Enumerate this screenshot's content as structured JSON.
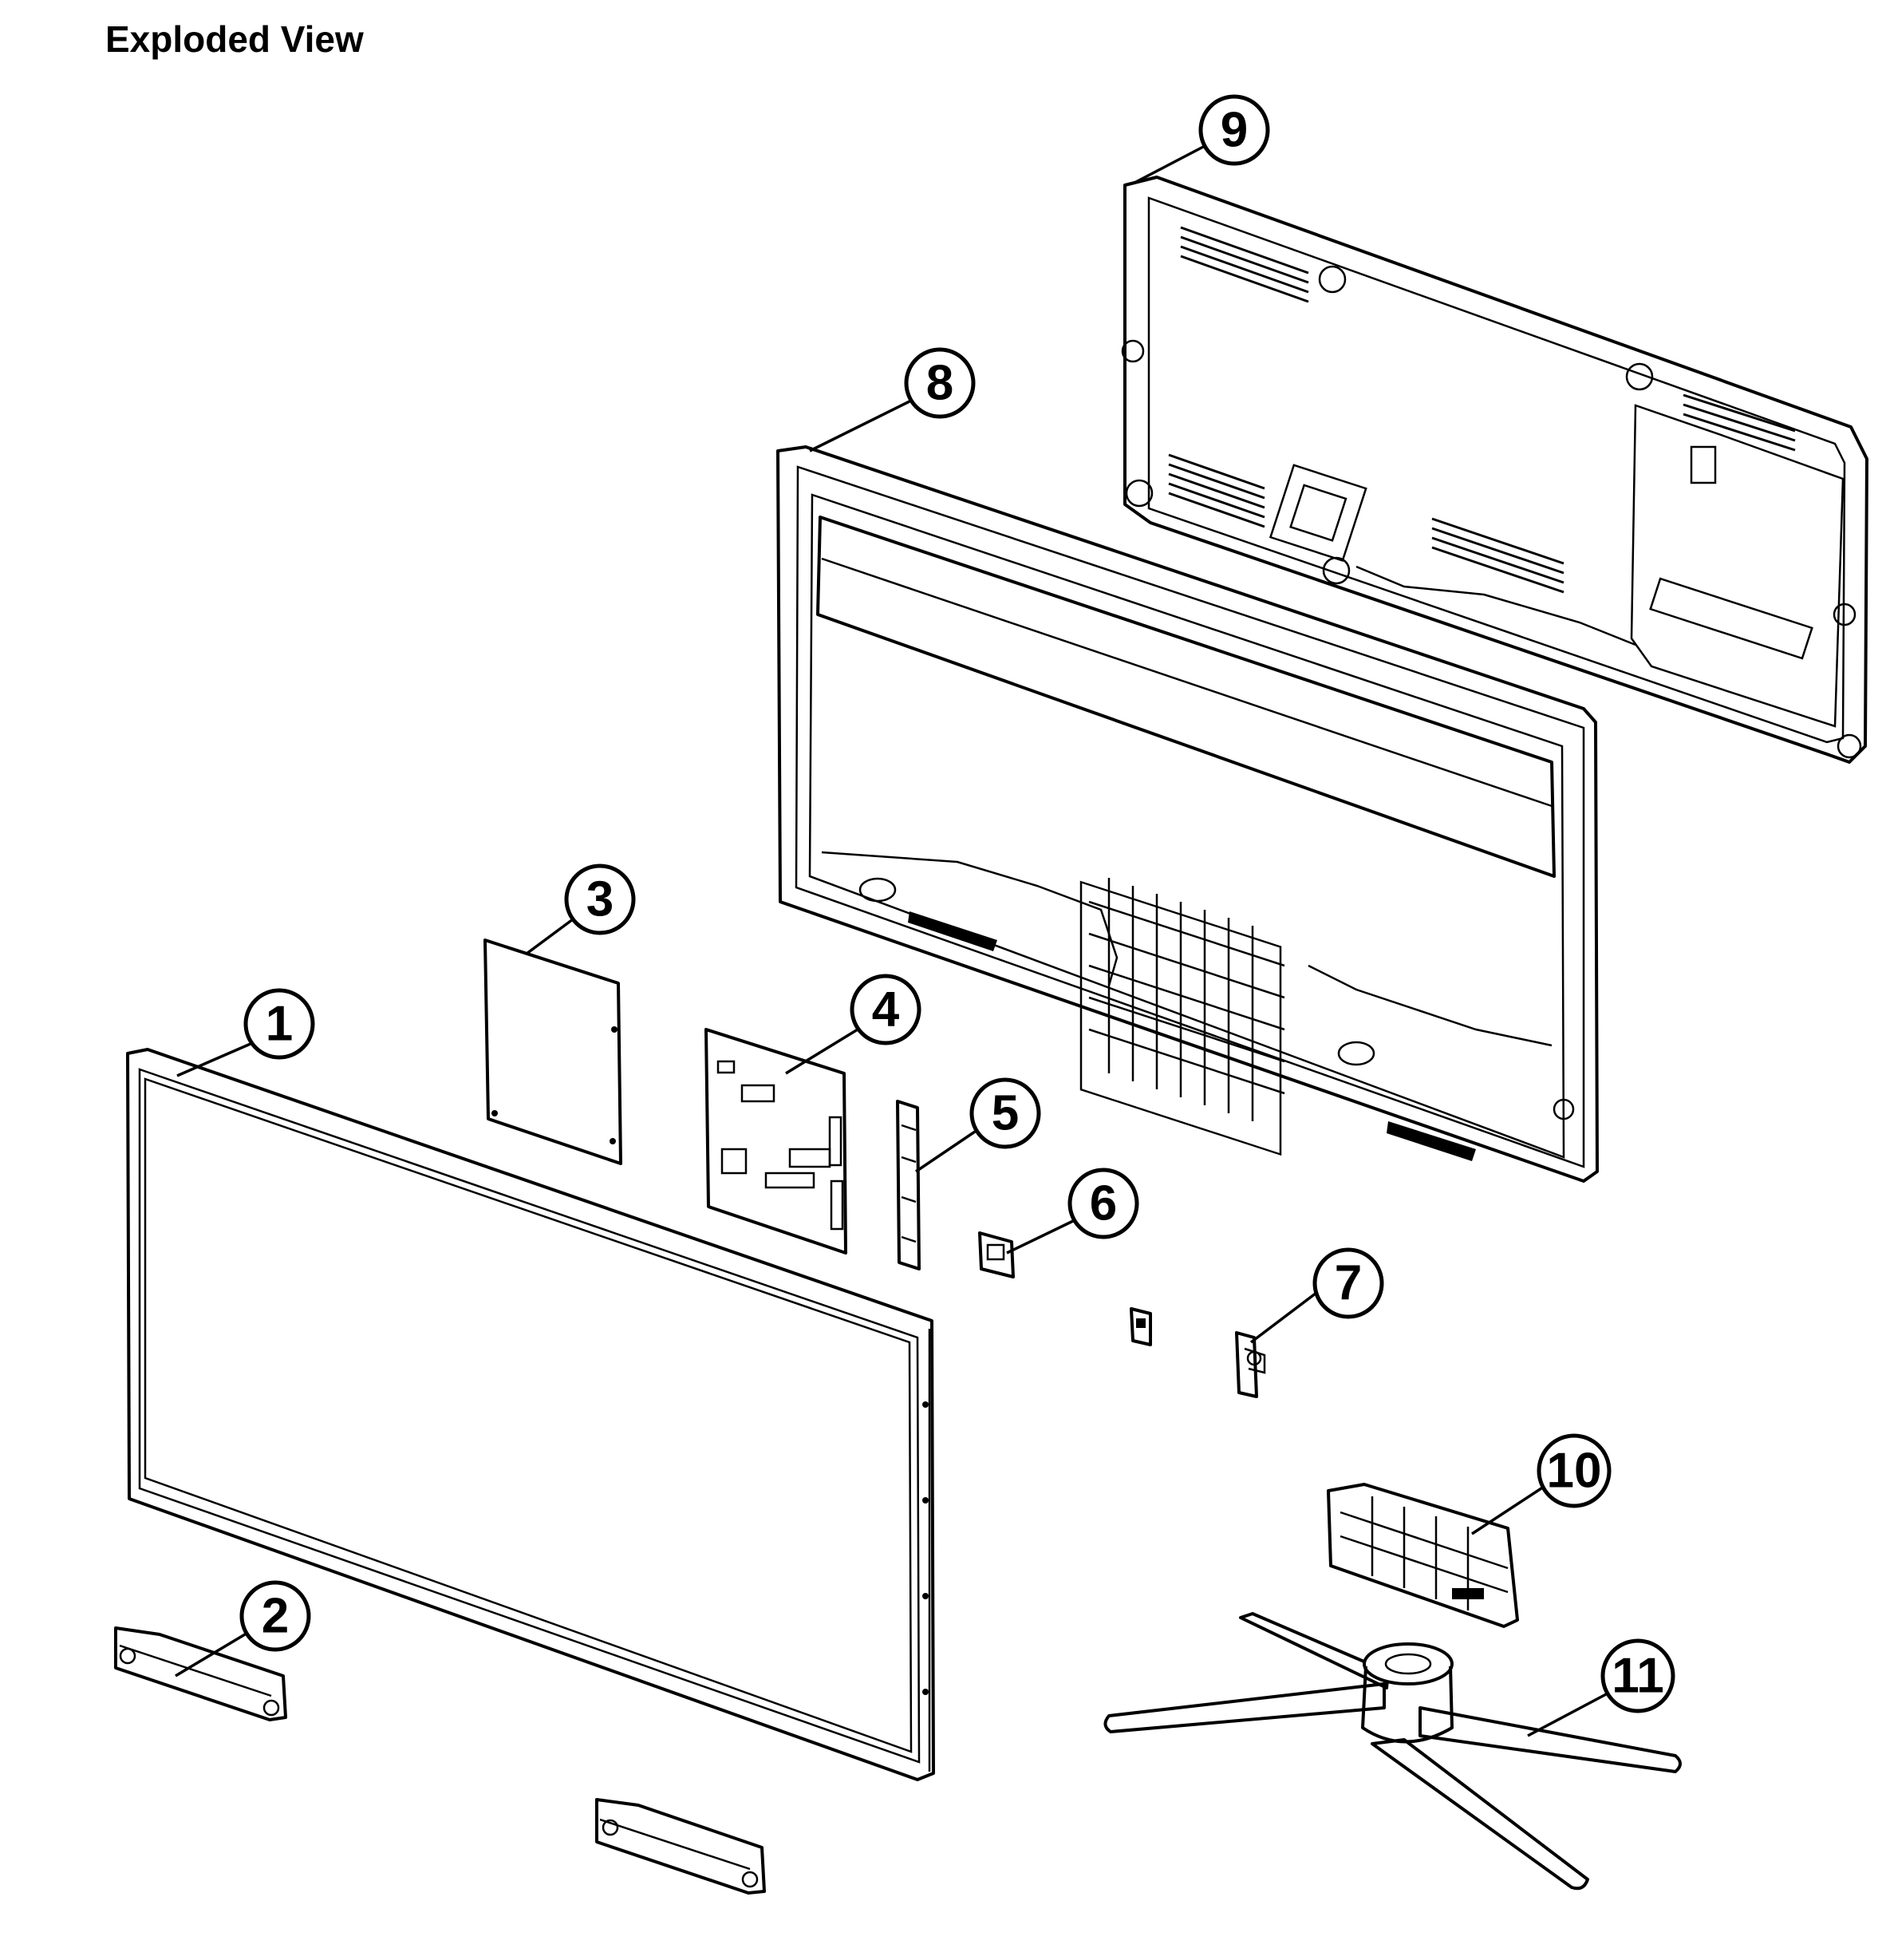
{
  "title": "Exploded View",
  "callouts": [
    "1",
    "2",
    "3",
    "4",
    "5",
    "6",
    "7",
    "8",
    "9",
    "10",
    "11"
  ]
}
